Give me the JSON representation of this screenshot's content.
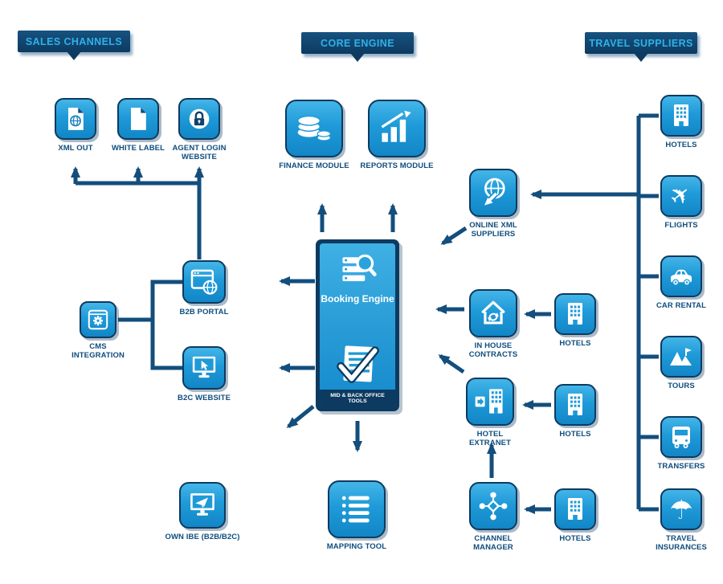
{
  "colors": {
    "icon_blue": "#1f9ad8",
    "icon_blue_light": "#44b5e8",
    "navy": "#0d3a60",
    "line": "#134e7c",
    "banner_text": "#2fb1e8",
    "label_text": "#0f4d7e"
  },
  "banners": {
    "sales_channels": "SALES CHANNELS",
    "core_engine": "CORE ENGINE",
    "travel_suppliers": "TRAVEL SUPPLIERS"
  },
  "sales": {
    "xml_out": "XML OUT",
    "white_label": "WHITE LABEL",
    "agent_login_website": "AGENT LOGIN WEBSITE",
    "cms_integration": "CMS INTEGRATION",
    "b2b_portal": "B2B PORTAL",
    "b2c_website": "B2C WEBSITE",
    "own_ibe": "OWN IBE (B2B/B2C)"
  },
  "core": {
    "finance_module": "FINANCE MODULE",
    "reports_module": "REPORTS MODULE",
    "booking_engine": "Booking Engine",
    "mid_back_office_tools": "MID & BACK OFFICE TOOLS",
    "mapping_tool": "MAPPING TOOL"
  },
  "distribution": {
    "online_xml_suppliers": "ONLINE XML SUPPLIERS",
    "in_house_contracts": "IN HOUSE CONTRACTS",
    "hotel_extranet": "HOTEL EXTRANET",
    "channel_manager": "CHANNEL MANAGER",
    "hotels_in_house": "HOTELS",
    "hotels_extranet": "HOTELS",
    "hotels_channel": "HOTELS"
  },
  "suppliers": {
    "hotels": "HOTELS",
    "flights": "FLIGHTS",
    "car_rental": "CAR RENTAL",
    "tours": "TOURS",
    "transfers": "TRANSFERS",
    "travel_insurances": "TRAVEL INSURANCES"
  },
  "icons": {
    "plane_glyph": "✈",
    "umbrella_glyph": "☂"
  }
}
